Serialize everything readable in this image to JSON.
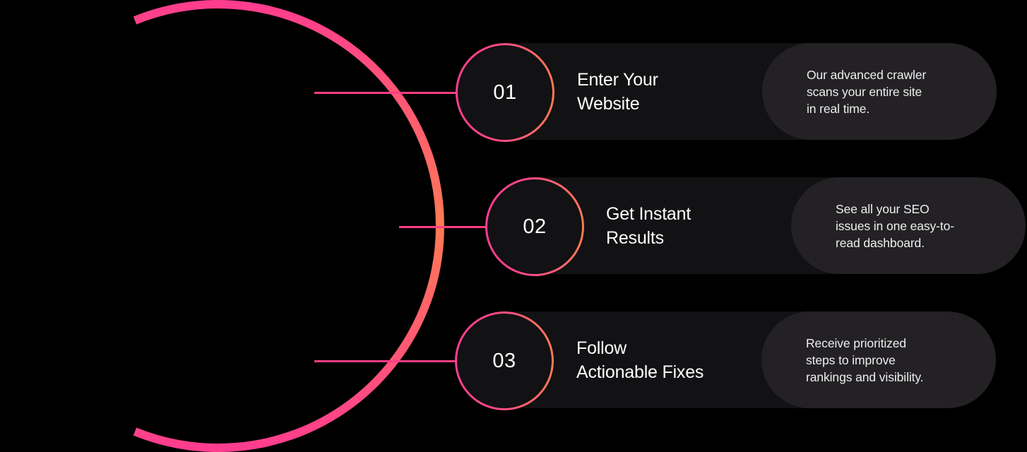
{
  "colors": {
    "background": "#000000",
    "bar": "#121113",
    "pill": "#232124",
    "accent_pink": "#ff3d8e",
    "accent_orange": "#ff7a55",
    "connector": "#ff3d84"
  },
  "diagram": {
    "type": "process-steps",
    "arc": {
      "description": "large gradient semicircle arc on the left",
      "gradient": [
        "#ff3d8e",
        "#ff7a55",
        "#ff3d8e"
      ]
    },
    "steps": [
      {
        "number": "01",
        "title": "Enter Your\nWebsite",
        "description": "Our advanced crawler\nscans your entire site\nin real time."
      },
      {
        "number": "02",
        "title": "Get Instant\nResults",
        "description": "See all your SEO\nissues in one easy-to-\nread dashboard."
      },
      {
        "number": "03",
        "title": "Follow\nActionable Fixes",
        "description": "Receive prioritized\nsteps to improve\nrankings and visibility."
      }
    ]
  }
}
